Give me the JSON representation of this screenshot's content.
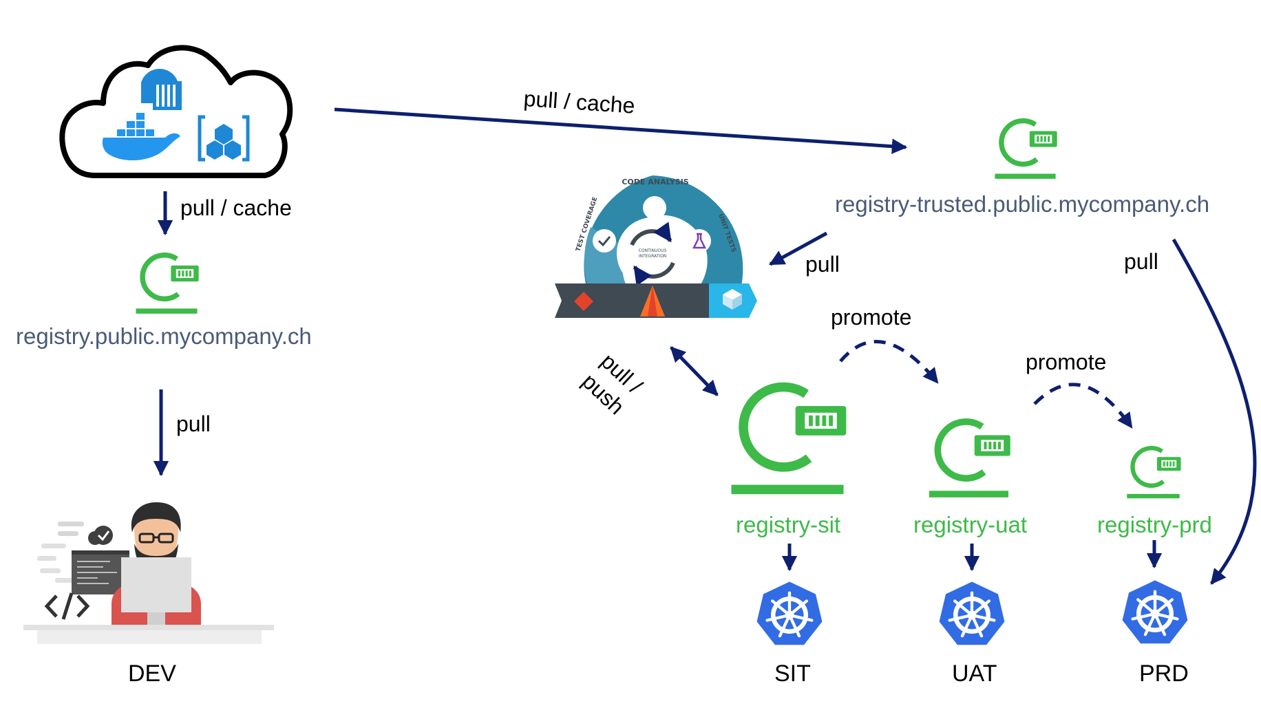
{
  "colors": {
    "arrow": "#0d1f6e",
    "registry_green": "#3dba48",
    "registry_label_blue": "#4a5a78",
    "kubernetes_blue": "#326ce5",
    "azure_blue": "#1e88d6",
    "docker_blue": "#2496ed",
    "ci_teal": "#2e89a9",
    "ci_dark": "#3f4a53",
    "gitlab_orange": "#fc6d26"
  },
  "icons": {
    "cloud": "cloud-icon",
    "registry": "harbor-registry-icon",
    "kubernetes": "kubernetes-helm-icon",
    "developer": "developer-at-desk-icon",
    "ci": "continuous-integration-icon"
  },
  "labels": {
    "pull_cache_top": "pull / cache",
    "pull_cache_left": "pull / cache",
    "pull_dev": "pull",
    "pull_ci": "pull",
    "pull_prd": "pull",
    "pull_push": "pull /\npush",
    "promote_1": "promote",
    "promote_2": "promote"
  },
  "registries": {
    "public": "registry.public.mycompany.ch",
    "trusted": "registry-trusted.public.mycompany.ch",
    "sit": "registry-sit",
    "uat": "registry-uat",
    "prd": "registry-prd"
  },
  "environments": {
    "dev": "DEV",
    "sit": "SIT",
    "uat": "UAT",
    "prd": "PRD"
  },
  "ci": {
    "code_analysis": "CODE ANALYSIS",
    "test_coverage": "TEST COVERAGE",
    "unit_tests": "UNIT TESTS",
    "center_1": "CONTINUOUS",
    "center_2": "INTEGRATION"
  }
}
